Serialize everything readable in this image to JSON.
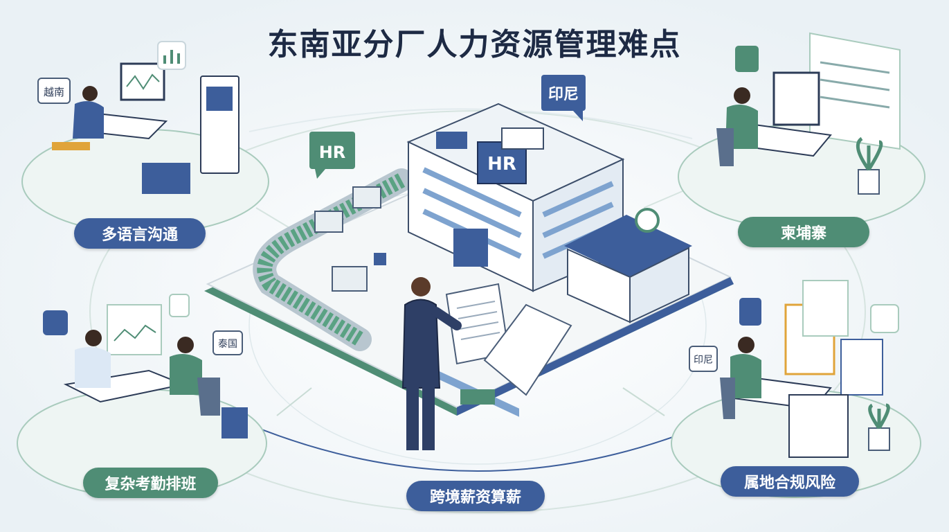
{
  "title": "东南亚分厂人力资源管理难点",
  "center": {
    "hr_flag": "HR",
    "hr_sign": "HR",
    "country_tag": "印尼"
  },
  "scenes": {
    "top_left": {
      "label": "多语言沟通",
      "tag": "越南"
    },
    "top_right": {
      "label": "柬埔寨"
    },
    "bottom_left": {
      "label": "复杂考勤排班",
      "tag": "泰国"
    },
    "bottom_center": {
      "label": "跨境薪资算薪"
    },
    "bottom_right": {
      "label": "属地合规风险",
      "tag": "印尼"
    }
  },
  "colors": {
    "navy": "#3d5e9b",
    "green": "#4f8d75",
    "title": "#1d2a44",
    "ring": "#c9dcd5"
  }
}
